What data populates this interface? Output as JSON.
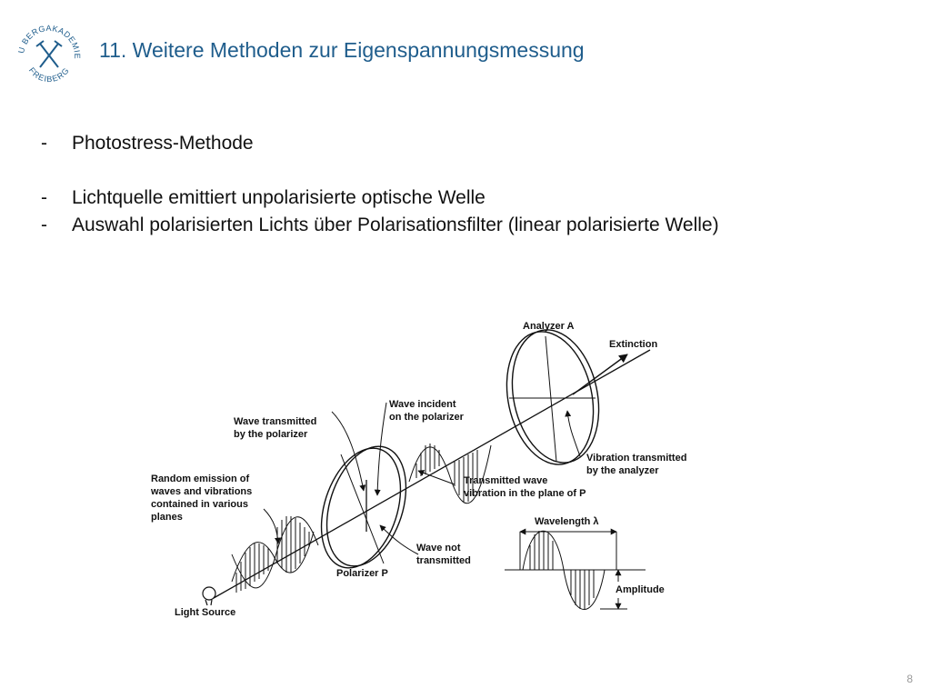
{
  "logo": {
    "text_top": "TU BERGAKADEMIE",
    "text_bottom": "FREIBERG"
  },
  "header": {
    "title": "11. Weitere Methoden zur Eigenspannungsmessung"
  },
  "bullets": [
    {
      "dash": "-",
      "text": "Photostress-Methode"
    },
    {
      "dash": "-",
      "text": "Lichtquelle emittiert unpolarisierte optische Welle"
    },
    {
      "dash": "-",
      "text": "Auswahl polarisierten Lichts über Polarisationsfilter (linear polarisierte Welle)"
    }
  ],
  "figure": {
    "labels": {
      "analyzer": "Analyzer A",
      "extinction": "Extinction",
      "wave_incident_1": "Wave incident",
      "wave_incident_2": "on the polarizer",
      "wave_transmitted_1": "Wave transmitted",
      "wave_transmitted_2": "by the polarizer",
      "random_1": "Random emission of",
      "random_2": "waves and vibrations",
      "random_3": "contained in various",
      "random_4": "planes",
      "vibration_1": "Vibration transmitted",
      "vibration_2": "by the analyzer",
      "transmitted_1": "Transmitted wave",
      "transmitted_2": "vibration in the plane of P",
      "wavelength": "Wavelength λ",
      "not_transmitted_1": "Wave not",
      "not_transmitted_2": "transmitted",
      "polarizer": "Polarizer P",
      "amplitude": "Amplitude",
      "light_source": "Light Source"
    }
  },
  "footer": {
    "page_number": "8"
  }
}
